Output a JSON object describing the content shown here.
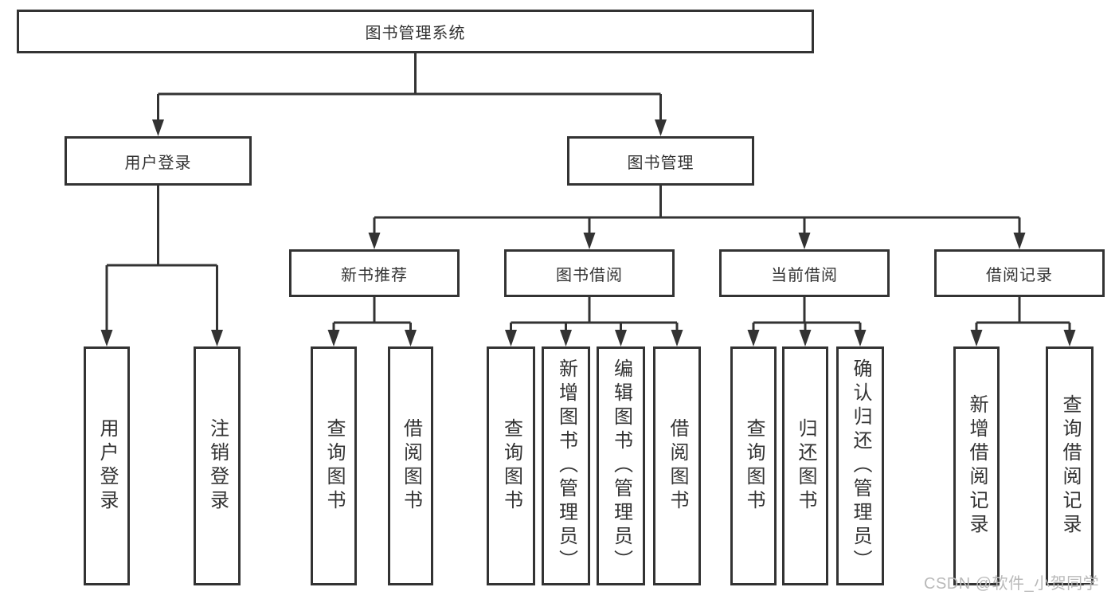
{
  "diagram": {
    "root": {
      "label": "图书管理系统"
    },
    "branches": {
      "user_login": {
        "label": "用户登录"
      },
      "book_mgmt": {
        "label": "图书管理"
      }
    },
    "modules": {
      "new_book_rec": {
        "label": "新书推荐"
      },
      "book_borrow": {
        "label": "图书借阅"
      },
      "current_borrow": {
        "label": "当前借阅"
      },
      "borrow_records": {
        "label": "借阅记录"
      }
    },
    "leaves": {
      "user_login": "用户登录",
      "logout": "注销登录",
      "rec_query_books": "查询图书",
      "rec_borrow_books": "借阅图书",
      "bb_query_books": "查询图书",
      "bb_add_books": "新增图书（管理员）",
      "bb_edit_books": "编辑图书（管理员）",
      "bb_borrow_books": "借阅图书",
      "cb_query_books": "查询图书",
      "cb_return_books": "归还图书",
      "cb_confirm_return": "确认归还（管理员）",
      "br_add_record": "新增借阅记录",
      "br_query_record": "查询借阅记录"
    }
  },
  "watermark": {
    "text": "CSDN @软件_小贺同学"
  },
  "colors": {
    "line": "#333333",
    "text": "#333333",
    "watermark": "#b9b9b9",
    "background": "#ffffff"
  }
}
